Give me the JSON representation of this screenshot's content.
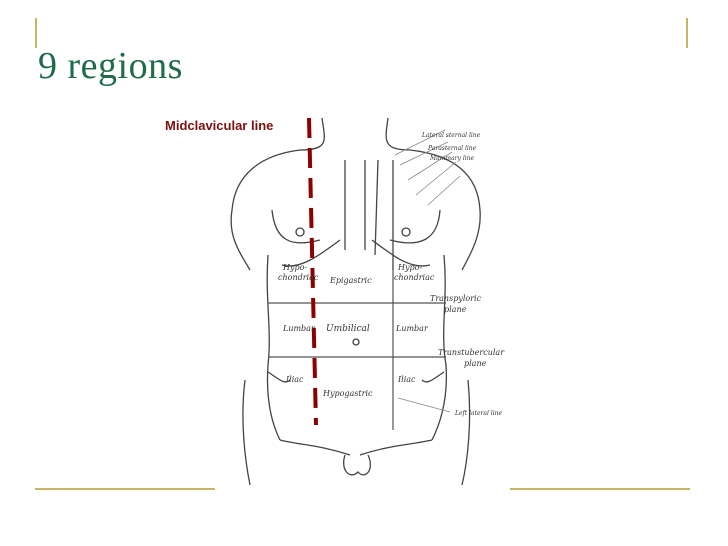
{
  "slide": {
    "title": "9 regions",
    "callout": "Midclavicular line",
    "colors": {
      "title": "#1f6b4a",
      "rule": "#c8b462",
      "callout": "#7a1010",
      "line": "#444444"
    }
  },
  "figure": {
    "top_labels": [
      "Lateral sternal line",
      "Parasternal line",
      "Mammary line"
    ],
    "regions": {
      "right_hypochondriac": "Hypo-\nchondriac",
      "epigastric": "Epigastric",
      "left_hypochondriac": "Hypo-\nchondriac",
      "right_lumbar": "Lumbar",
      "umbilical": "Umbilical",
      "left_lumbar": "Lumbar",
      "right_iliac": "Iliac",
      "hypogastric": "Hypogastric",
      "left_iliac": "Iliac"
    },
    "planes": [
      "Transpyloric\nplane",
      "Transtubercular\nplane"
    ],
    "bottom_label": "Left lateral line"
  }
}
